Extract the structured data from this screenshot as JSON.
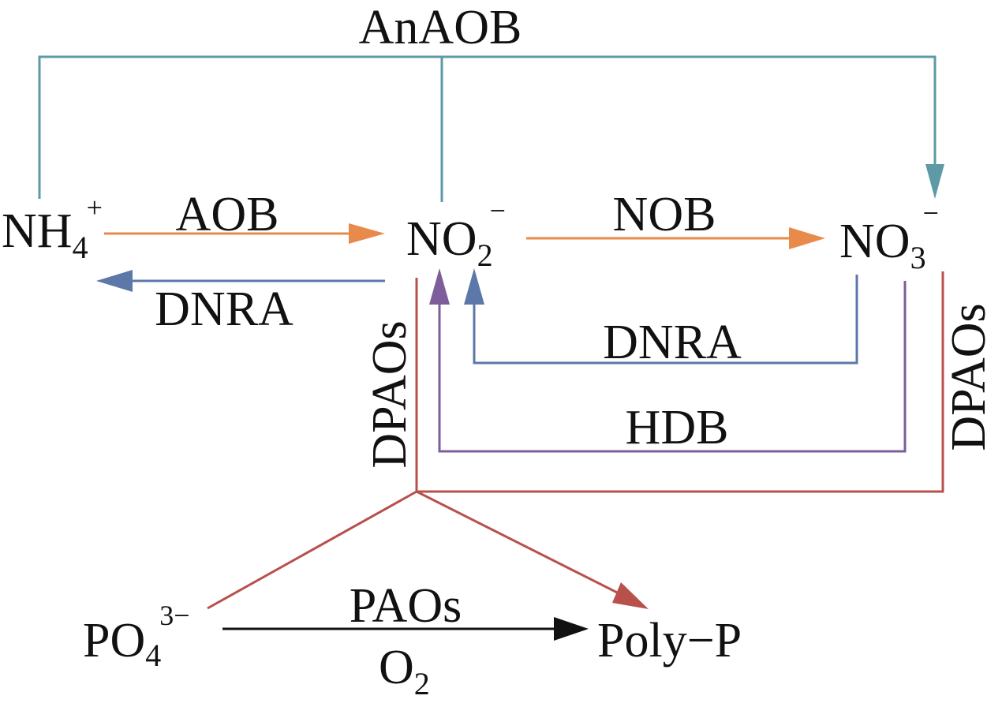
{
  "title": "Nitrogen and phosphorus transformation pathways",
  "colors": {
    "anaob": "#5e99a6",
    "aob_nob": "#e98a4d",
    "dnra": "#5b78a8",
    "hdb": "#7d5d9a",
    "dpaos": "#b8504c",
    "paos": "#111111"
  },
  "nodes": {
    "nh4": {
      "base": "NH",
      "sub": "4",
      "sup": "+"
    },
    "no2": {
      "base": "NO",
      "sub": "2",
      "sup": "−"
    },
    "no3": {
      "base": "NO",
      "sub": "3",
      "sup": "−"
    },
    "po4": {
      "base": "PO",
      "sub": "4",
      "sup": "3−"
    },
    "polyp": {
      "base": "Poly−P"
    }
  },
  "processes": {
    "anaob": "AnAOB",
    "aob": "AOB",
    "nob": "NOB",
    "dnra_left": "DNRA",
    "dnra_right": "DNRA",
    "hdb": "HDB",
    "dpaos_left": "DPAOs",
    "dpaos_right": "DPAOs",
    "paos": "PAOs",
    "o2": {
      "base": "O",
      "sub": "2"
    }
  },
  "edges": [
    {
      "from": "NH4+",
      "to": "NO3-",
      "via": "NO2-",
      "label": "AnAOB"
    },
    {
      "from": "NH4+",
      "to": "NO2-",
      "label": "AOB"
    },
    {
      "from": "NO2-",
      "to": "NO3-",
      "label": "NOB"
    },
    {
      "from": "NO2-",
      "to": "NH4+",
      "label": "DNRA"
    },
    {
      "from": "NO3-",
      "to": "NO2-",
      "label": "DNRA"
    },
    {
      "from": "NO3-",
      "to": "NO2-",
      "label": "HDB"
    },
    {
      "from": "NO2-",
      "to": "Poly-P",
      "label": "DPAOs",
      "with": "PO4 3-"
    },
    {
      "from": "NO3-",
      "to": "Poly-P",
      "label": "DPAOs",
      "with": "PO4 3-"
    },
    {
      "from": "PO4 3-",
      "to": "Poly-P",
      "label": "PAOs",
      "condition": "O2"
    }
  ]
}
